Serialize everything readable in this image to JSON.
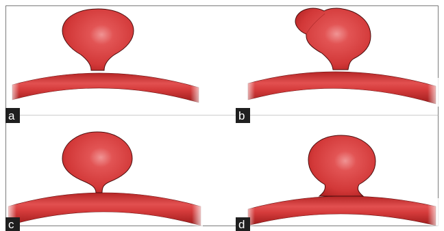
{
  "colors": {
    "vessel": "#d63c3c",
    "vessel_dark": "#a81f1f",
    "vessel_light": "#ee8d8d",
    "outline": "#5a1010",
    "label_bg": "#1f1f1f",
    "label_text": "#ffffff",
    "border": "#7a7a7a"
  },
  "panels": [
    {
      "label": "a",
      "aneurysm_shape": "round sac, narrow neck"
    },
    {
      "label": "b",
      "aneurysm_shape": "lobulated sac with daughter bleb"
    },
    {
      "label": "c",
      "aneurysm_shape": "round sac, very narrow neck"
    },
    {
      "label": "d",
      "aneurysm_shape": "round sac, broad neck"
    }
  ]
}
